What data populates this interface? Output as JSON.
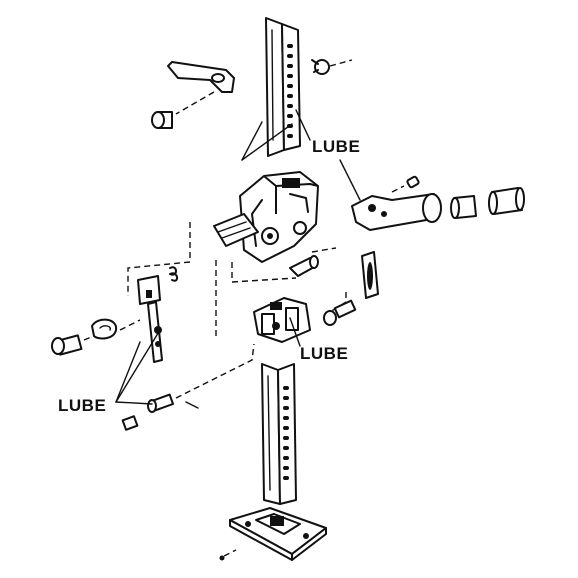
{
  "labels": {
    "lube_top": "LUBE",
    "lube_mid": "LUBE",
    "lube_left": "LUBE"
  }
}
